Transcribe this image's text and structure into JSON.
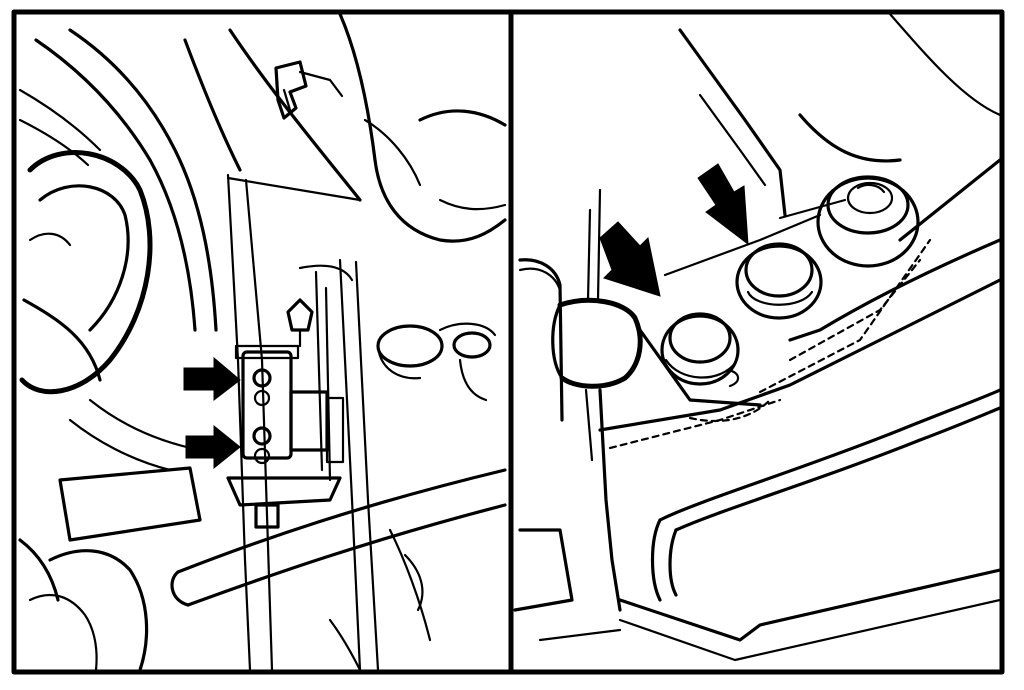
{
  "figure": {
    "panels": [
      {
        "id": "left",
        "callouts": 2
      },
      {
        "id": "right",
        "callouts": 2
      }
    ],
    "colors": {
      "ink": "#000000",
      "paper": "#ffffff"
    },
    "icons": [
      "arrow-right-icon",
      "arrow-down-right-icon"
    ]
  }
}
